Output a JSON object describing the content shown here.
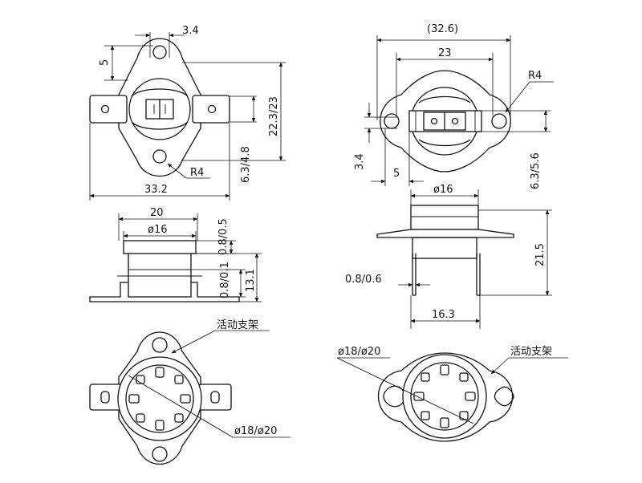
{
  "labels": {
    "tl_top": "3.4",
    "tl_left": "5",
    "tl_right_a": "22.3/23",
    "tl_right_b": "6.3/4.8",
    "tl_radius": "R4",
    "tl_width": "33.2",
    "tr_top": "(32.6)",
    "tr_inner": "23",
    "tr_radius": "R4",
    "tr_left_a": "3.4",
    "tr_left_b": "5",
    "tr_right": "6.3/5.6",
    "ml_top": "20",
    "ml_dia": "ø16",
    "ml_a": "0.8/0.5",
    "ml_b": "0.8/0.1",
    "ml_c": "13.1",
    "mr_dia": "ø16",
    "mr_height": "21.5",
    "mr_thick": "0.8/0.6",
    "mr_width": "16.3",
    "bl_bracket": "活动支架",
    "bl_dia": "ø18/ø20",
    "br_dia": "ø18/ø20",
    "br_bracket": "活动支架"
  }
}
